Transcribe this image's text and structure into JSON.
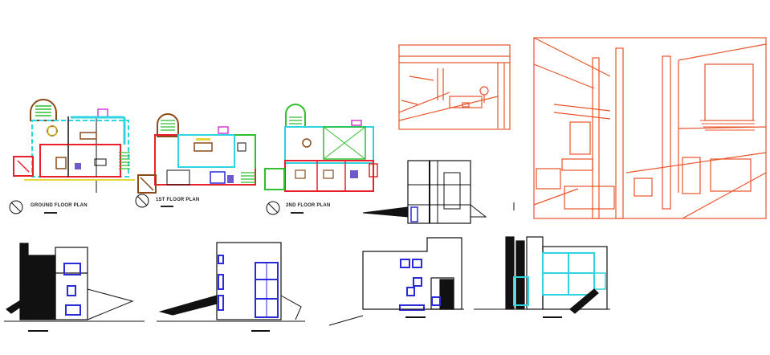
{
  "drawing": {
    "plans": [
      {
        "id": "ground",
        "title": "GROUND FLOOR PLAN"
      },
      {
        "id": "first",
        "title": "1ST FLOOR PLAN"
      },
      {
        "id": "second",
        "title": "2ND FLOOR PLAN"
      }
    ],
    "colors": {
      "wall_red": "#e8202a",
      "window_cyan": "#2fd4e0",
      "green": "#2fbf2f",
      "brown": "#8b4a1a",
      "magenta": "#d63cd6",
      "yellow": "#e9d63a",
      "blue": "#2a2ad8",
      "perspective_orange": "#e8542a",
      "line_black": "#111111"
    }
  }
}
